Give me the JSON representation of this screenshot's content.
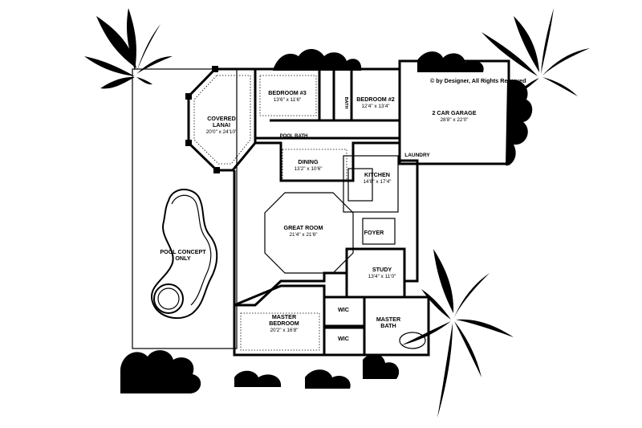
{
  "copyright": "© by Designer, All Rights Reserved",
  "rooms": [
    {
      "id": "bedroom-3",
      "name": "BEDROOM #3",
      "dims": "13'6\" x 11'6\""
    },
    {
      "id": "bedroom-2",
      "name": "BEDROOM #2",
      "dims": "12'4\" x 13'4\""
    },
    {
      "id": "garage",
      "name": "2 CAR GARAGE",
      "dims": "28'8\" x 22'0\""
    },
    {
      "id": "covered-lanai",
      "name": "COVERED LANAI",
      "name_lines": [
        "COVERED",
        "LANAI"
      ],
      "dims": "20'0\" x 24'10\""
    },
    {
      "id": "pool-bath",
      "name": "POOL BATH"
    },
    {
      "id": "bath",
      "name": "BATH"
    },
    {
      "id": "laundry",
      "name": "LAUNDRY"
    },
    {
      "id": "dining",
      "name": "DINING",
      "dims": "13'2\" x 10'6\""
    },
    {
      "id": "kitchen",
      "name": "KITCHEN",
      "dims": "14'8\" x 17'4\""
    },
    {
      "id": "great-room",
      "name": "GREAT ROOM",
      "dims": "21'4\" x 21'6\""
    },
    {
      "id": "foyer",
      "name": "FOYER"
    },
    {
      "id": "study",
      "name": "STUDY",
      "dims": "13'4\" x 11'0\""
    },
    {
      "id": "pool-concept",
      "name": "POOL CONCEPT ONLY",
      "name_lines": [
        "POOL CONCEPT",
        "ONLY"
      ]
    },
    {
      "id": "master-bedroom",
      "name": "MASTER BEDROOM",
      "name_lines": [
        "MASTER",
        "BEDROOM"
      ],
      "dims": "20'2\" x 16'8\""
    },
    {
      "id": "wic-1",
      "name": "WIC"
    },
    {
      "id": "wic-2",
      "name": "WIC"
    },
    {
      "id": "master-bath",
      "name": "MASTER BATH",
      "name_lines": [
        "MASTER",
        "BATH"
      ]
    }
  ]
}
